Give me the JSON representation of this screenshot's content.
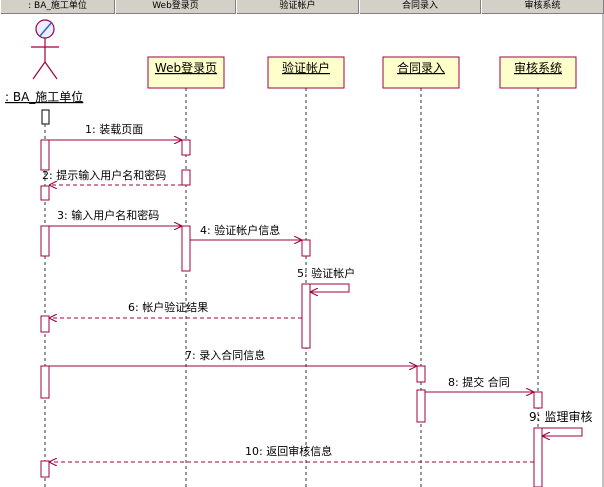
{
  "header": {
    "columns": [
      ": BA_施工单位",
      "Web登录页",
      "验证帐户",
      "合同录入",
      "审核系统"
    ]
  },
  "actor": {
    "name": ": BA_施工单位"
  },
  "lifelines": [
    "Web登录页",
    "验证帐户",
    "合同录入",
    "审核系统"
  ],
  "messages": [
    "1: 装载页面",
    "2: 提示输入用户名和密码",
    "3: 输入用户名和密码",
    "4: 验证帐户信息",
    "5: 验证帐户",
    "6: 帐户验证结果",
    "7: 录入合同信息",
    "8: 提交 合同",
    "9: 监理审核",
    "10: 返回审核信息"
  ],
  "colors": {
    "box_fill": "#ffffcc",
    "line": "#a00040",
    "dashed": "#990033",
    "header_bg": "#d4d0c8"
  }
}
